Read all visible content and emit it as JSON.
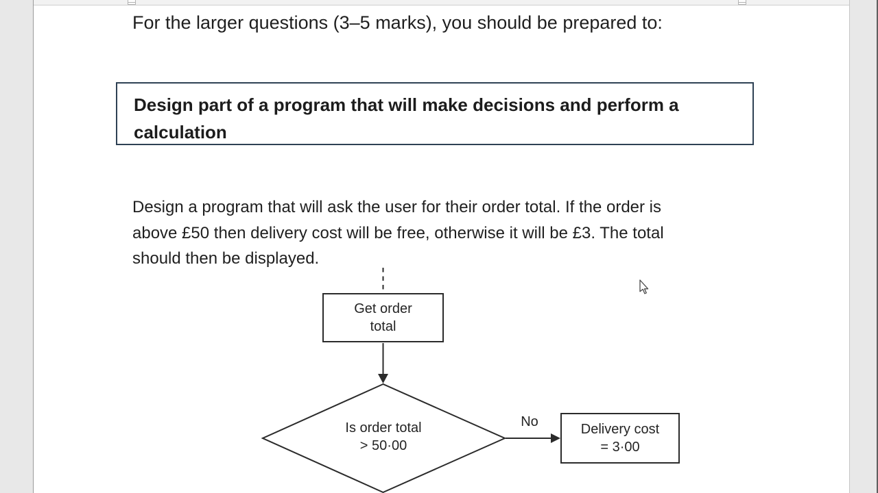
{
  "document": {
    "intro_line": "For the larger questions (3–5 marks), you should be prepared to:",
    "heading": {
      "line1": "Design part of a program that will make decisions and perform a",
      "line2": "calculation"
    },
    "paragraph": {
      "line1": "Design a program that will ask the user for their order total. If the order is",
      "line2": "above £50 then delivery cost will be free, otherwise it will be £3. The total",
      "line3": "should then be displayed."
    }
  },
  "flowchart": {
    "process_box": {
      "line1": "Get order",
      "line2": "total"
    },
    "decision": {
      "line1": "Is order total",
      "line2": "> 50·00"
    },
    "no_label": "No",
    "result_box": {
      "line1": "Delivery cost",
      "line2": "= 3·00"
    }
  },
  "colors": {
    "heading_border": "#2e4154",
    "flowchart_stroke": "#2b2b2b",
    "body_text": "#1f1f1f",
    "margin_gray": "#e8e8e8"
  },
  "icons": {
    "cursor": "arrow-pointer-icon",
    "ruler_handles": "column-marker-icon"
  }
}
